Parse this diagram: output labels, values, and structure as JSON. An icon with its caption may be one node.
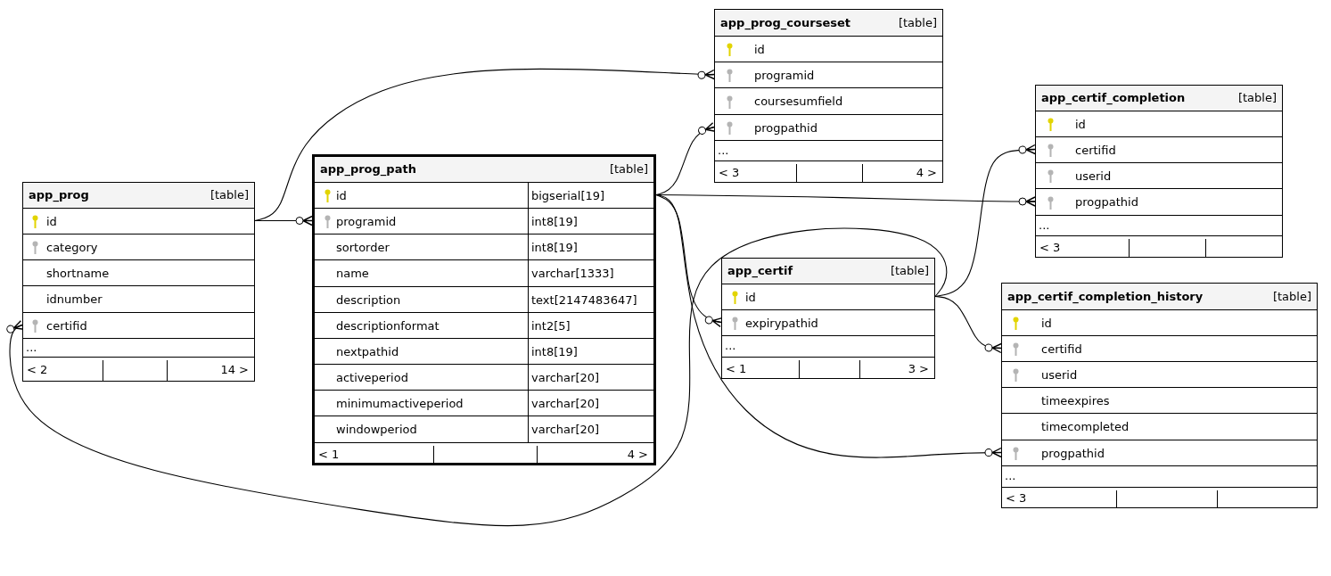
{
  "diagram": {
    "nodes": [
      {
        "text": [
          "app_prog",
          "[table]"
        ]
      },
      {
        "text": [
          "id"
        ],
        "in": 0
      },
      {
        "text": [
          "category"
        ],
        "in": 0
      },
      {
        "text": [
          "shortname"
        ],
        "in": 0
      },
      {
        "text": [
          "idnumber"
        ],
        "in": 0
      },
      {
        "text": [
          "certifid"
        ],
        "in": 0
      },
      {
        "text": [
          "..."
        ],
        "in": 0
      },
      {
        "text": [
          "< 2",
          "14 >"
        ],
        "in": 0
      },
      {
        "text": [
          "app_prog_path",
          "[table]"
        ]
      },
      {
        "text": [
          "id",
          "bigserial[19]"
        ],
        "in": 8
      },
      {
        "text": [
          "programid",
          "int8[19]"
        ],
        "in": 8
      },
      {
        "text": [
          "sortorder",
          "int8[19]"
        ],
        "in": 8
      },
      {
        "text": [
          "name",
          "varchar[1333]"
        ],
        "in": 8
      },
      {
        "text": [
          "description",
          "text[2147483647]"
        ],
        "in": 8
      },
      {
        "text": [
          "descriptionformat",
          "int2[5]"
        ],
        "in": 8
      },
      {
        "text": [
          "nextpathid",
          "int8[19]"
        ],
        "in": 8
      },
      {
        "text": [
          "activeperiod",
          "varchar[20]"
        ],
        "in": 8
      },
      {
        "text": [
          "minimumactiveperiod",
          "varchar[20]"
        ],
        "in": 8
      },
      {
        "text": [
          "windowperiod",
          "varchar[20]"
        ],
        "in": 8
      },
      {
        "text": [
          "< 1",
          "4 >"
        ],
        "in": 8
      },
      {
        "text": [
          "app_prog_courseset",
          "[table]"
        ]
      },
      {
        "text": [
          "id"
        ],
        "in": 20
      },
      {
        "text": [
          "programid"
        ],
        "in": 20
      },
      {
        "text": [
          "coursesumfield"
        ],
        "in": 20
      },
      {
        "text": [
          "progpathid"
        ],
        "in": 20
      },
      {
        "text": [
          "..."
        ],
        "in": 20
      },
      {
        "text": [
          "< 3",
          "4 >"
        ],
        "in": 20
      },
      {
        "text": [
          "app_certif",
          "[table]"
        ]
      },
      {
        "text": [
          "id"
        ],
        "in": 27
      },
      {
        "text": [
          "expirypathid"
        ],
        "in": 27
      },
      {
        "text": [
          "..."
        ],
        "in": 27
      },
      {
        "text": [
          "< 1",
          "3 >"
        ],
        "in": 27
      },
      {
        "text": [
          "app_certif_completion",
          "[table]"
        ]
      },
      {
        "text": [
          "id"
        ],
        "in": 32
      },
      {
        "text": [
          "certifid"
        ],
        "in": 32
      },
      {
        "text": [
          "userid"
        ],
        "in": 32
      },
      {
        "text": [
          "progpathid"
        ],
        "in": 32
      },
      {
        "text": [
          "..."
        ],
        "in": 32
      },
      {
        "text": [
          "< 3"
        ],
        "in": 32
      },
      {
        "text": [
          "app_certif_completion_history",
          "[table]"
        ]
      },
      {
        "text": [
          "id"
        ],
        "in": 39
      },
      {
        "text": [
          "certifid"
        ],
        "in": 39
      },
      {
        "text": [
          "userid"
        ],
        "in": 39
      },
      {
        "text": [
          "timeexpires"
        ],
        "in": 39
      },
      {
        "text": [
          "timecompleted"
        ],
        "in": 39
      },
      {
        "text": [
          "progpathid"
        ],
        "in": 39
      },
      {
        "text": [
          "..."
        ],
        "in": 39
      },
      {
        "text": [
          "< 3"
        ],
        "in": 39
      }
    ],
    "edges": [
      {
        "from": 1,
        "to": 22,
        "arrow": "other"
      },
      {
        "from": 1,
        "to": 10,
        "arrow": "other"
      },
      {
        "from": 9,
        "to": 24,
        "arrow": "other"
      },
      {
        "from": 9,
        "to": 36,
        "arrow": "other"
      },
      {
        "from": 9,
        "to": 29,
        "arrow": "other"
      },
      {
        "from": 9,
        "to": 45,
        "arrow": "other"
      },
      {
        "from": 28,
        "to": 5,
        "arrow": "other"
      },
      {
        "from": 28,
        "to": 34,
        "arrow": "other"
      },
      {
        "from": 28,
        "to": 41,
        "arrow": "other"
      }
    ]
  }
}
